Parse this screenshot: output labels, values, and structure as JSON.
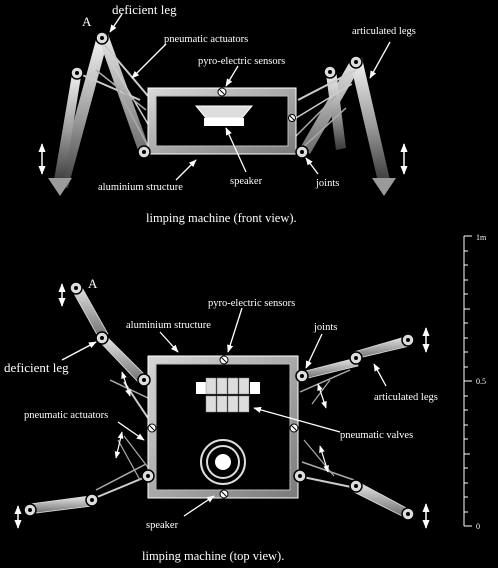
{
  "front_view": {
    "caption": "limping machine (front view).",
    "labels": {
      "leg_marker": "A",
      "deficient_leg": "deficient leg",
      "pneumatic_actuators": "pneumatic actuators",
      "pyro_sensors": "pyro-electric sensors",
      "articulated_legs": "articulated legs",
      "aluminium_structure": "aluminium structure",
      "speaker": "speaker",
      "joints": "joints"
    }
  },
  "top_view": {
    "caption": "limping machine (top view).",
    "labels": {
      "leg_marker": "A",
      "pyro_sensors": "pyro-electric sensors",
      "aluminium_structure": "aluminium structure",
      "joints": "joints",
      "deficient_leg": "deficient leg",
      "articulated_legs": "articulated legs",
      "pneumatic_actuators": "pneumatic actuators",
      "pneumatic_valves": "pneumatic valves",
      "speaker": "speaker"
    }
  },
  "scale_bar": {
    "top": "1m",
    "middle": "0.5",
    "bottom": "0"
  }
}
